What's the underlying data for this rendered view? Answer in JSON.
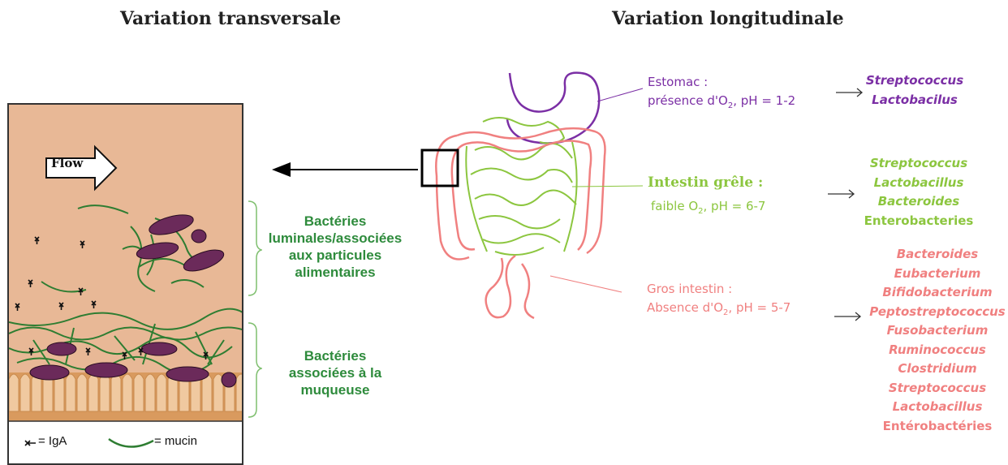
{
  "titles": {
    "left": "Variation transversale",
    "right": "Variation longitudinale"
  },
  "panel": {
    "flow_label": "Flow",
    "legend_iga": "= IgA",
    "legend_mucin": "= mucin"
  },
  "labels": {
    "luminal": [
      "Bactéries",
      "luminales/associées",
      "aux particules",
      "alimentaires"
    ],
    "mucosal": [
      "Bactéries",
      "associées à la",
      "muqueuse"
    ]
  },
  "estomac": {
    "line1": "Estomac :",
    "line2_prefix": "présence d'O",
    "line2_sub": "2",
    "line2_suffix": ", pH = 1-2",
    "bacteria": [
      "Streptococcus",
      "Lactobacilus"
    ]
  },
  "grele": {
    "title": "Intestin grêle :",
    "line2_prefix": "faible O",
    "line2_sub": "2",
    "line2_suffix": ", pH = 6-7",
    "bacteria": [
      "Streptococcus",
      "Lactobacillus",
      "Bacteroides",
      "Enterobacteries"
    ]
  },
  "gros": {
    "line1": "Gros intestin :",
    "line2_prefix": "Absence d'O",
    "line2_sub": "2",
    "line2_suffix": ", pH = 5-7",
    "bacteria": [
      "Bacteroides",
      "Eubacterium",
      "Bifidobacterium",
      "Peptostreptococcus",
      "Fusobacterium",
      "Ruminococcus",
      "Clostridium",
      "Streptococcus",
      "Lactobacillus",
      "Entérobactéries"
    ]
  },
  "colors": {
    "estomac": "#7b2fa5",
    "grele": "#8cc63f",
    "gros": "#f08080",
    "bacteria_labels": "#2e8b3c",
    "lumen": "#e8b896",
    "epithelium": "#d99a5e",
    "bacterium": "#6b2a5a",
    "mucin": "#2e7d32"
  }
}
